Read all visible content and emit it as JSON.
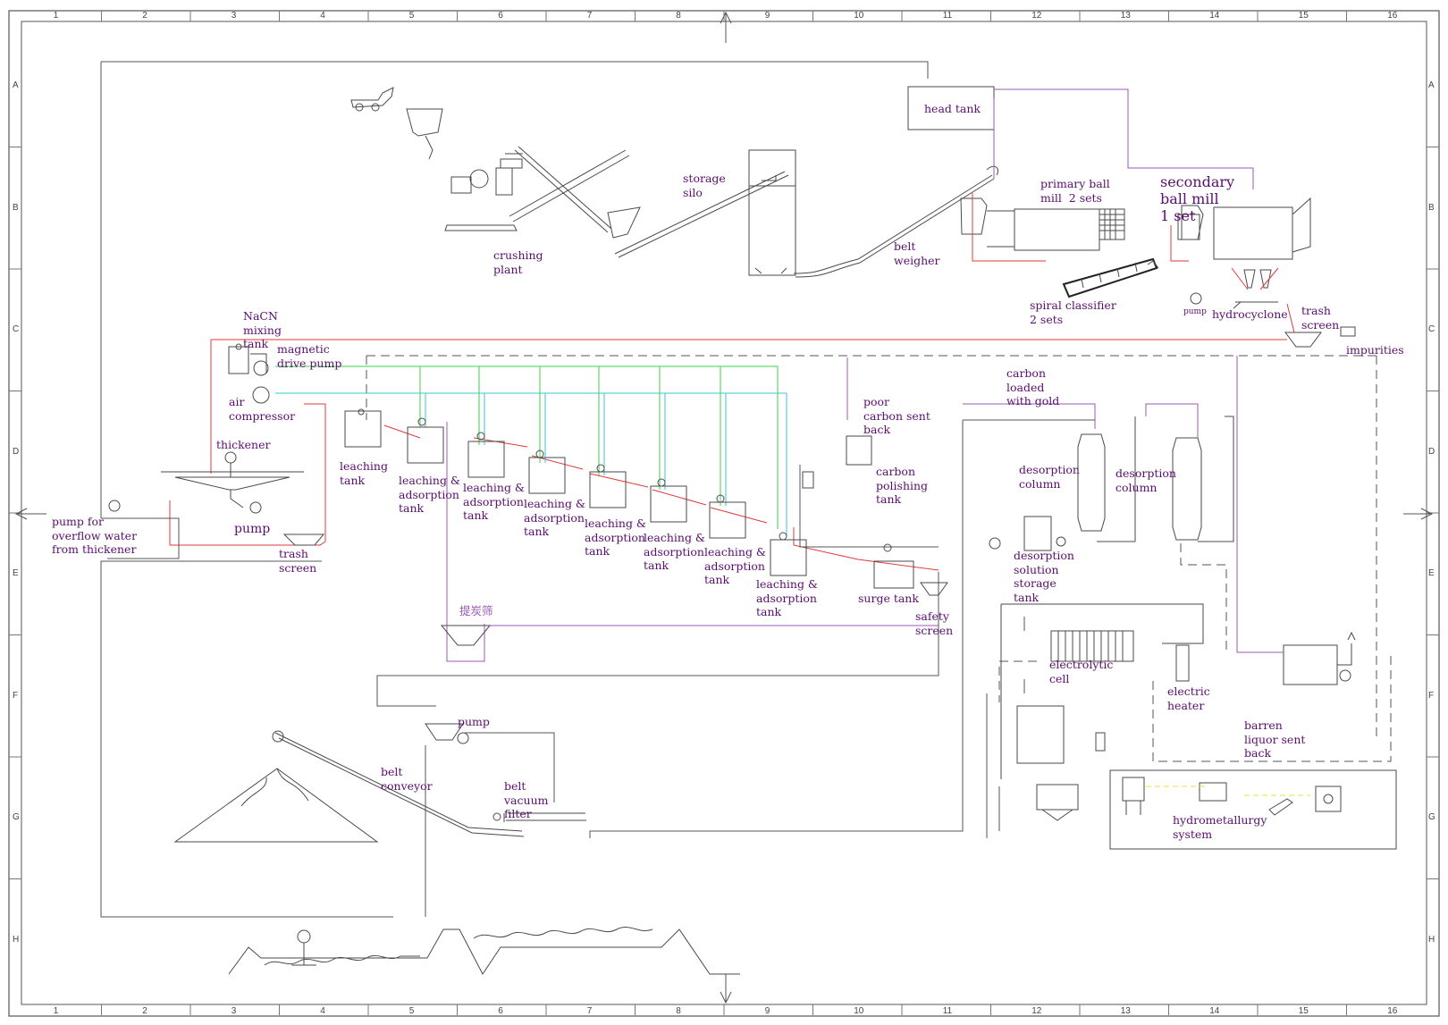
{
  "grid": {
    "columns": [
      "1",
      "2",
      "3",
      "4",
      "5",
      "6",
      "7",
      "8",
      "9",
      "10",
      "11",
      "12",
      "13",
      "14",
      "15",
      "16"
    ],
    "rows": [
      "A",
      "B",
      "C",
      "D",
      "E",
      "F",
      "G",
      "H"
    ]
  },
  "labels": {
    "head_tank": "head tank",
    "storage_silo": "storage\nsilo",
    "crushing_plant": "crushing\nplant",
    "belt_weigher": "belt\nweigher",
    "primary_ball_mill": "primary ball\nmill  2 sets",
    "secondary_ball_mill": "secondary\nball mill\n1 set",
    "spiral_classifier": "spiral classifier\n2 sets",
    "pump_small": "pump",
    "hydrocyclone": "hydrocyclone",
    "trash_screen_top": "trash\nscreen",
    "impurities": "impurities",
    "nacn_mixing_tank": "NaCN\nmixing\ntank",
    "magnetic_drive_pump": "magnetic\ndrive pump",
    "air_compressor": "air\ncompressor",
    "thickener": "thickener",
    "leaching_tank": "leaching\ntank",
    "la_tank_1": "leaching &\nadsorption\ntank",
    "la_tank_2": "leaching &\nadsorption\ntank",
    "la_tank_3": "leaching &\nadsorption\ntank",
    "la_tank_4": "leaching &\nadsorption\ntank",
    "la_tank_5": "leaching &\nadsorption\ntank",
    "la_tank_6": "leaching &\nadsorption\ntank",
    "la_tank_7": "leaching &\nadsorption\ntank",
    "poor_carbon": "poor\ncarbon sent\nback",
    "carbon_loaded": "carbon\nloaded\nwith gold",
    "carbon_polishing_tank": "carbon\npolishing\ntank",
    "desorption_column_1": "desorption\ncolumn",
    "desorption_column_2": "desorption\ncolumn",
    "desorption_solution_tank": "desorption\nsolution\nstorage\ntank",
    "pump_overflow": "pump for\noverflow water\nfrom thickener",
    "pump_thickener": "pump",
    "trash_screen_mid": "trash\nscreen",
    "surge_tank": "surge tank",
    "safety_screen": "safety\nscreen",
    "carbon_screen_cn": "提炭筛",
    "electrolytic_cell": "electrolytic\ncell",
    "electric_heater": "electric\nheater",
    "barren_liquor": "barren\nliquor sent\nback",
    "pump_bottom": "pump",
    "belt_conveyor": "belt\nconveyor",
    "belt_vacuum_filter": "belt\nvacuum\nfilter",
    "hydrometallurgy_system": "hydrometallurgy\nsystem"
  },
  "colors": {
    "frame": "#3a3a3a",
    "equipment": "#4a4a4a",
    "slurry": "#e03a3a",
    "purple_line": "#9b59b6",
    "green_line": "#3bd34a",
    "cyan_line": "#39c6d8",
    "dashed_line": "#555555",
    "yellow_line": "#e6e63a",
    "label": "#5a0e6e"
  }
}
